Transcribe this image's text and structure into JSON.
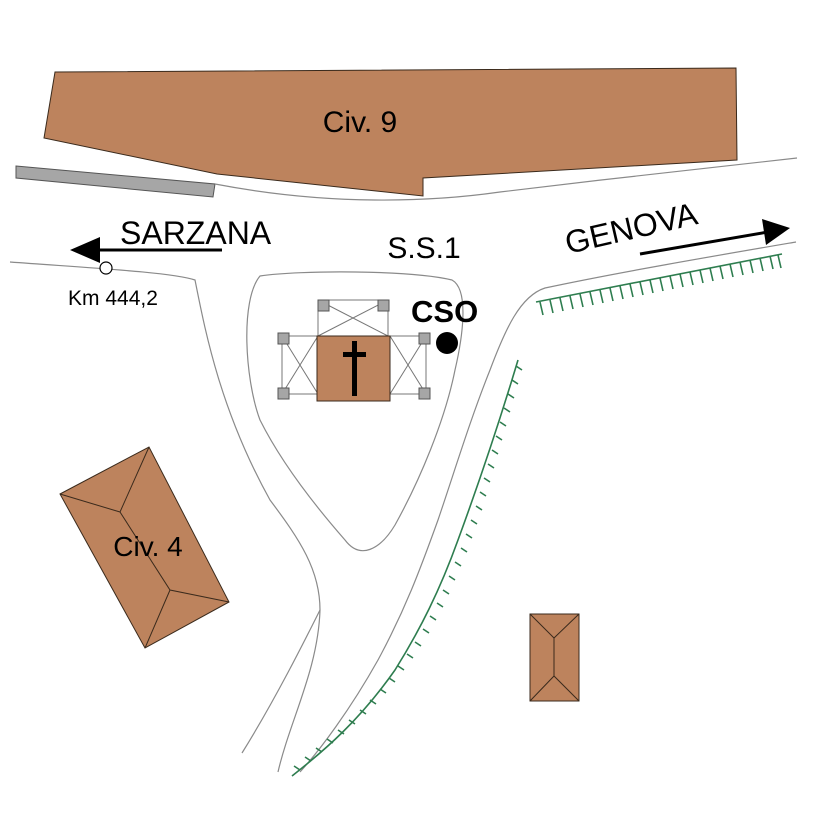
{
  "labels": {
    "building_north": "Civ. 9",
    "building_west": "Civ. 4",
    "road_name": "S.S.1",
    "direction_west": "SARZANA",
    "direction_east": "GENOVA",
    "km_marker": "Km 444,2",
    "site_marker": "CSO"
  },
  "colors": {
    "building": "#bd835d",
    "road_edge": "#8a8a8a",
    "wall": "#a6a6a6",
    "embankment": "#2e7d4f",
    "ink": "#000000"
  },
  "icons": {
    "church": "cross-icon",
    "site": "filled-circle-icon",
    "km": "hollow-circle-icon"
  }
}
